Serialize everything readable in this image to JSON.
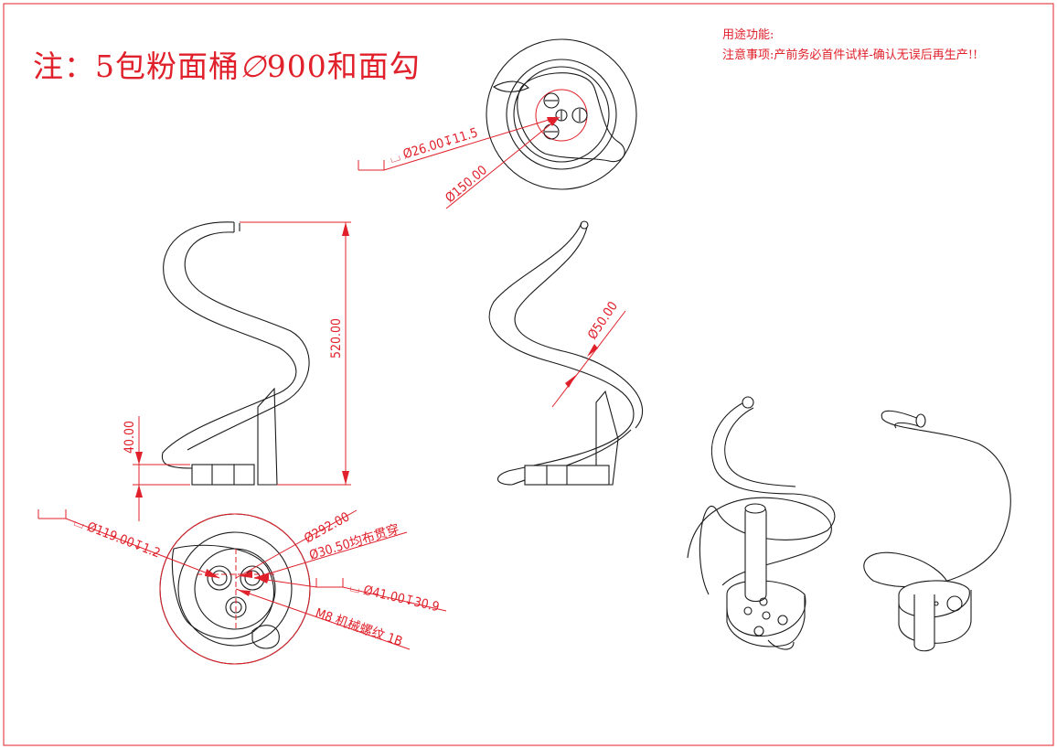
{
  "title": {
    "prefix": "注：5包粉面桶",
    "diameter_symbol": "∅",
    "suffix": "900和面勾"
  },
  "notes": {
    "line1": "用途功能:",
    "line2": "注意事项:产前务必首件试样-确认无误后再生产!!"
  },
  "dimensions": {
    "top_counterbore": "⌴ Ø26.00↧11.5",
    "top_pcd": "Ø150.00",
    "height": "520.00",
    "base_height": "40.00",
    "rod_diameter": "Ø50.00",
    "bottom_counterbore": "⌴ Ø119.00↧1.2",
    "bottom_outer": "Ø292.00",
    "bottom_holes": "Ø30.50均布贯穿",
    "bottom_cb2": "⌴ Ø41.00↧30.9",
    "thread": "M8 机械螺纹 1B"
  },
  "colors": {
    "annotation": "#e0202a",
    "outline": "#1a1a1a",
    "border": "#e0202a"
  }
}
